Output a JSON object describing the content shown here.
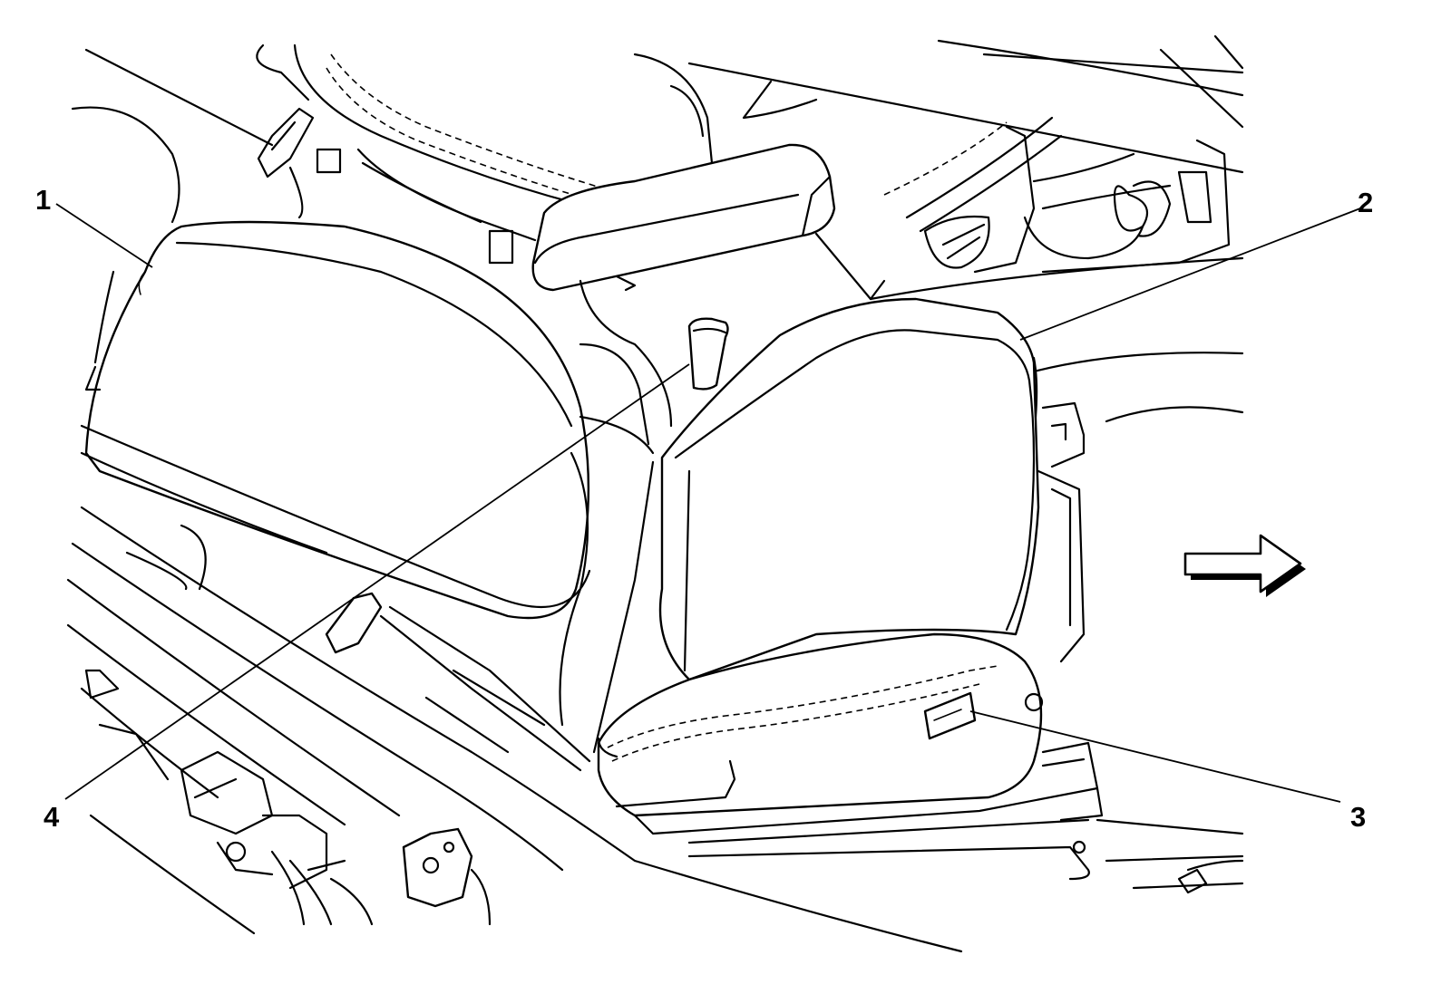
{
  "callouts": [
    {
      "id": "1",
      "label": "1"
    },
    {
      "id": "2",
      "label": "2"
    },
    {
      "id": "3",
      "label": "3"
    },
    {
      "id": "4",
      "label": "4"
    }
  ],
  "direction_arrow": {
    "icon": "right-arrow-icon"
  },
  "colors": {
    "line": "#000000",
    "background": "#ffffff"
  }
}
